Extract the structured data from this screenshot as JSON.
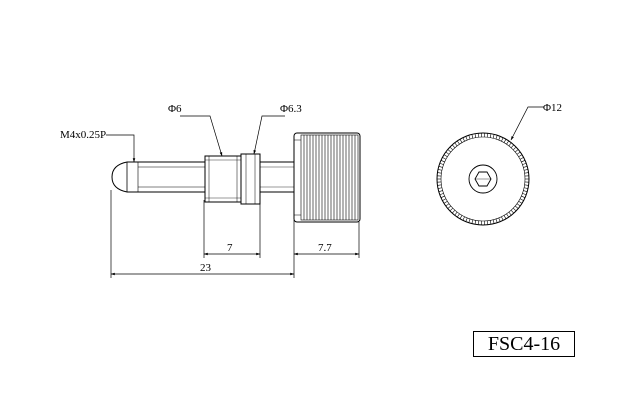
{
  "dimensions": {
    "thread": "M4x0.25P",
    "dia_6": "Φ6",
    "dia_6_3": "Φ6.3",
    "dia_12": "Φ12",
    "len_7": "7",
    "len_7_7": "7.7",
    "len_23": "23"
  },
  "part_number": "FSC4-16"
}
